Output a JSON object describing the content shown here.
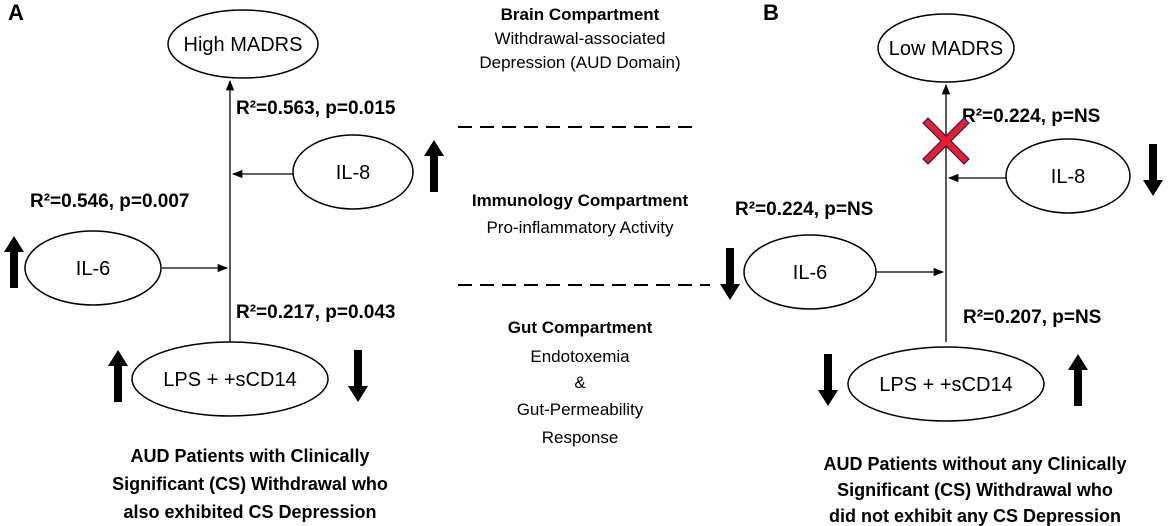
{
  "panel_a": {
    "label": "A",
    "nodes": {
      "top": "High MADRS",
      "il8": "IL-8",
      "il6": "IL-6",
      "bottom": "LPS + +sCD14"
    },
    "stats": {
      "top": "R²=0.563, p=0.015",
      "il6": "R²=0.546, p=0.007",
      "bottom": "R²=0.217, p=0.043"
    },
    "caption": [
      "AUD Patients with Clinically",
      "Significant (CS) Withdrawal who",
      "also exhibited CS Depression"
    ]
  },
  "panel_b": {
    "label": "B",
    "nodes": {
      "top": "Low MADRS",
      "il8": "IL-8",
      "il6": "IL-6",
      "bottom": "LPS + +sCD14"
    },
    "stats": {
      "top": "R²=0.224, p=NS",
      "il6": "R²=0.224, p=NS",
      "bottom": "R²=0.207, p=NS"
    },
    "caption": [
      "AUD Patients without any Clinically",
      "Significant (CS) Withdrawal who",
      "did not exhibit any CS Depression"
    ],
    "cross_color": "#ee1c25"
  },
  "compartments": {
    "brain": {
      "title": "Brain Compartment",
      "lines": [
        "Withdrawal-associated",
        "Depression (AUD Domain)"
      ]
    },
    "immunology": {
      "title": "Immunology Compartment",
      "lines": [
        "Pro-inflammatory Activity"
      ]
    },
    "gut": {
      "title": "Gut Compartment",
      "lines": [
        "Endotoxemia",
        "&",
        "Gut-Permeability",
        "Response"
      ]
    }
  },
  "indicators": {
    "a_il8": "up",
    "a_il6": "up",
    "a_lps_left": "up",
    "a_lps_right": "down",
    "b_il8": "down",
    "b_il6": "down",
    "b_lps_left": "down",
    "b_lps_right": "up"
  }
}
